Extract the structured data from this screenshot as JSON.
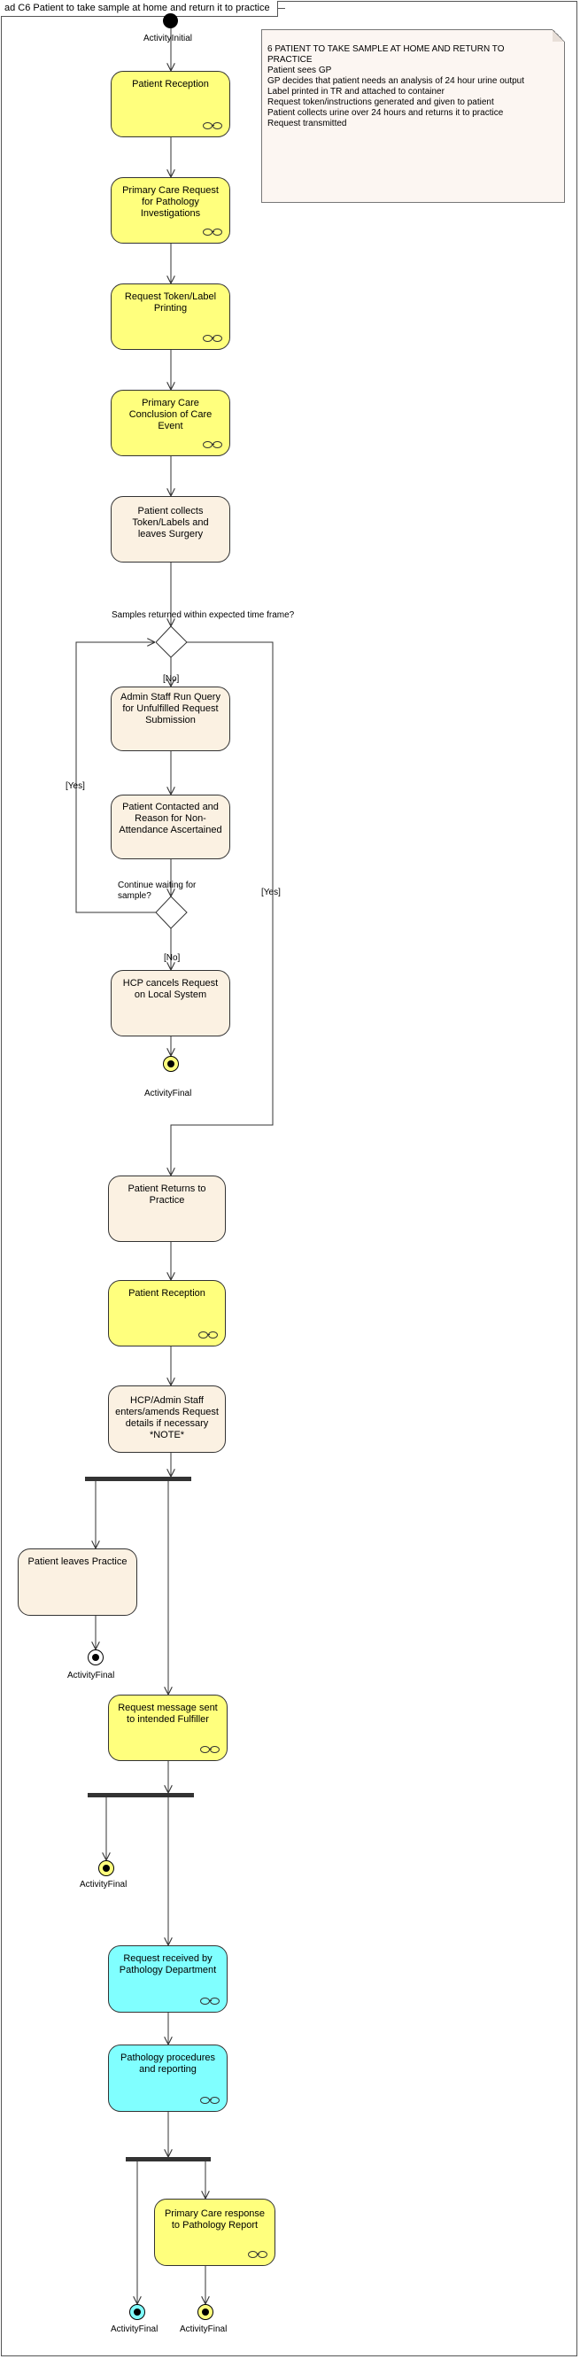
{
  "diagram": {
    "title": "ad C6 Patient to take sample at home and return it to practice",
    "note": {
      "heading": "6 PATIENT TO TAKE SAMPLE AT HOME AND RETURN TO PRACTICE",
      "lines": [
        "Patient sees GP",
        "GP decides that patient needs an analysis of 24 hour urine output",
        "Label printed in TR and attached to container",
        "Request token/instructions generated and given to patient",
        "Patient collects urine over 24 hours and returns it to practice",
        "Request transmitted"
      ]
    },
    "initial_label": "ActivityInitial",
    "final_label": "ActivityFinal",
    "nodes": {
      "patient_reception_1": "Patient Reception",
      "primary_care_request": "Primary Care Request for Pathology Investigations",
      "request_token": "Request Token/Label Printing",
      "primary_care_conclusion": "Primary Care Conclusion of Care Event",
      "patient_collects": "Patient collects Token/Labels and leaves Surgery",
      "admin_staff_query": "Admin Staff Run Query for Unfulfilled Request Submission",
      "patient_contacted": "Patient Contacted and Reason for Non-Attendance Ascertained",
      "hcp_cancels": "HCP cancels Request on Local System",
      "patient_returns": "Patient Returns to Practice",
      "patient_reception_2": "Patient Reception",
      "hcp_admin_enters": "HCP/Admin Staff enters/amends Request details if necessary *NOTE*",
      "patient_leaves": "Patient leaves Practice",
      "request_message_sent": "Request message sent to intended Fulfiller",
      "request_received": "Request received by Pathology Department",
      "pathology_procedures": "Pathology procedures and reporting",
      "primary_care_response": "Primary Care response to Pathology Report"
    },
    "guards": {
      "samples_returned": "Samples returned within expected time frame?",
      "no_1": "[No]",
      "yes_1": "[Yes]",
      "continue_waiting": "Continue waiting for sample?",
      "no_2": "[No]",
      "yes_2": "[Yes]"
    }
  },
  "colors": {
    "system_activity": "#ffff7d",
    "manual_activity": "#fbf1e2",
    "fulfiller_activity": "#80ffff",
    "stroke": "#333333"
  }
}
